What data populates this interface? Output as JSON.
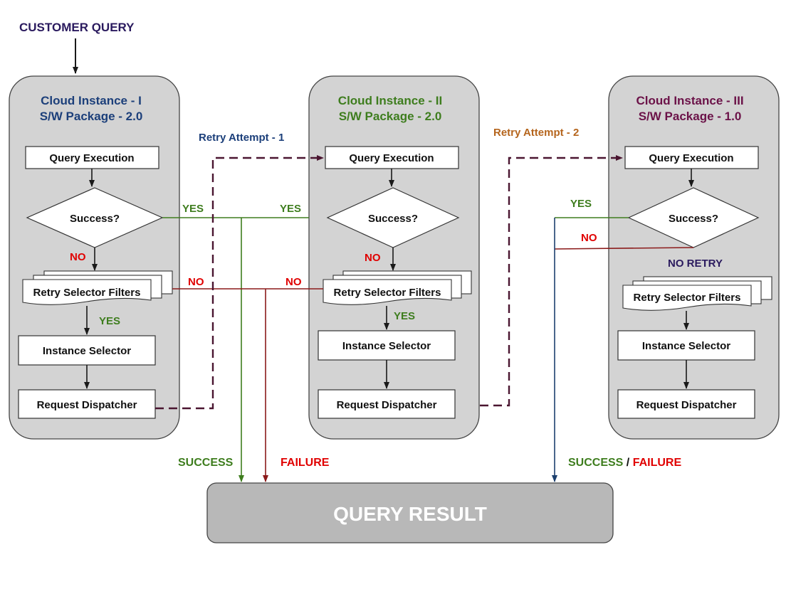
{
  "title": "CUSTOMER QUERY",
  "result_label": "QUERY RESULT",
  "instances": [
    {
      "name": "Cloud Instance - I",
      "package": "S/W Package - 2.0",
      "color": "#1c3f7a",
      "steps": {
        "query_execution": "Query Execution",
        "success_decision": "Success?",
        "retry_filters": "Retry Selector Filters",
        "instance_selector": "Instance Selector",
        "request_dispatcher": "Request Dispatcher"
      },
      "labels": {
        "no": "NO",
        "yes_filters": "YES",
        "yes_success": "YES",
        "no_filters": "NO"
      }
    },
    {
      "name": "Cloud Instance - II",
      "package": "S/W Package - 2.0",
      "color": "#3e7d1e",
      "steps": {
        "query_execution": "Query Execution",
        "success_decision": "Success?",
        "retry_filters": "Retry Selector Filters",
        "instance_selector": "Instance Selector",
        "request_dispatcher": "Request Dispatcher"
      },
      "labels": {
        "no": "NO",
        "yes_filters": "YES",
        "yes_success": "YES",
        "no_filters": "NO"
      }
    },
    {
      "name": "Cloud Instance - III",
      "package": "S/W Package - 1.0",
      "color": "#6b1248",
      "steps": {
        "query_execution": "Query Execution",
        "success_decision": "Success?",
        "retry_filters": "Retry Selector Filters",
        "instance_selector": "Instance Selector",
        "request_dispatcher": "Request Dispatcher"
      },
      "labels": {
        "yes_success": "YES",
        "no": "NO",
        "no_retry": "NO RETRY"
      }
    }
  ],
  "retry_attempts": [
    "Retry Attempt - 1",
    "Retry Attempt - 2"
  ],
  "outcomes": {
    "success": "SUCCESS",
    "failure": "FAILURE",
    "success_part": "SUCCESS",
    "separator": " / ",
    "failure_part": "FAILURE"
  },
  "colors": {
    "title": "#2a1a5e",
    "container_fill": "#d3d3d3",
    "result_fill": "#b8b8b8",
    "success_green": "#3e7d1e",
    "failure_red": "#e00000",
    "failure_line": "#8b1a1a",
    "retry_line": "#4a1530",
    "retry1_text": "#1c3f7a",
    "retry2_text": "#b5651d",
    "no_retry_text": "#2a1a5e",
    "result_blue": "#1c3f6e"
  }
}
